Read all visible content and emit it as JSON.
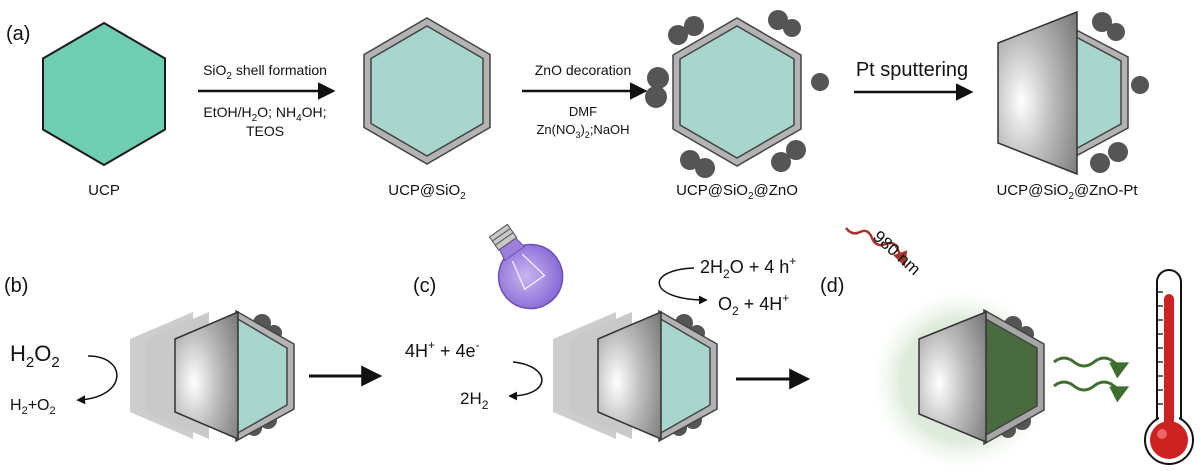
{
  "panels": {
    "a": "(a)",
    "b": "(b)",
    "c": "(c)",
    "d": "(d)"
  },
  "row_a": {
    "label_ucp": "UCP",
    "label_sio2": [
      "UCP@SiO",
      "2"
    ],
    "label_zno": [
      "UCP@SiO",
      "2",
      "@ZnO"
    ],
    "label_pt": [
      "UCP@SiO",
      "2",
      "@ZnO-Pt"
    ],
    "step1": {
      "title": [
        "SiO",
        "2",
        " shell formation"
      ],
      "line1": [
        "EtOH/H",
        "2",
        "O; NH",
        "4",
        "OH;"
      ],
      "line2": "TEOS"
    },
    "step2": {
      "title": "ZnO decoration",
      "line1": "DMF",
      "line2": [
        "Zn(NO",
        "3",
        ")",
        "2",
        ";NaOH"
      ]
    },
    "step3": {
      "title": "Pt sputtering"
    }
  },
  "row_b": {
    "reactant": [
      "H",
      "2",
      "O",
      "2"
    ],
    "product": [
      "H",
      "2",
      "+O",
      "2"
    ]
  },
  "row_c": {
    "top_reactant": [
      "2H",
      "2",
      "O + 4 h",
      "+"
    ],
    "top_product": [
      "O",
      "2",
      " + 4H",
      "+"
    ],
    "left_reactant": [
      "4H",
      "+",
      " + 4e",
      "-"
    ],
    "left_product": [
      "2H",
      "2"
    ]
  },
  "row_d": {
    "laser_label": "980 nm"
  },
  "colors": {
    "ucp_fill": "#6fcdb1",
    "ucp_core": "#a8d5cc",
    "silica_shell": "#b3b3b3",
    "zno_bump": "#555555",
    "laser": "#a5342a",
    "heat_wave": "#3f6e2f",
    "glow": "#cfe3cc",
    "bulb": "#9b7fdb",
    "thermometer": "#cc2222"
  }
}
